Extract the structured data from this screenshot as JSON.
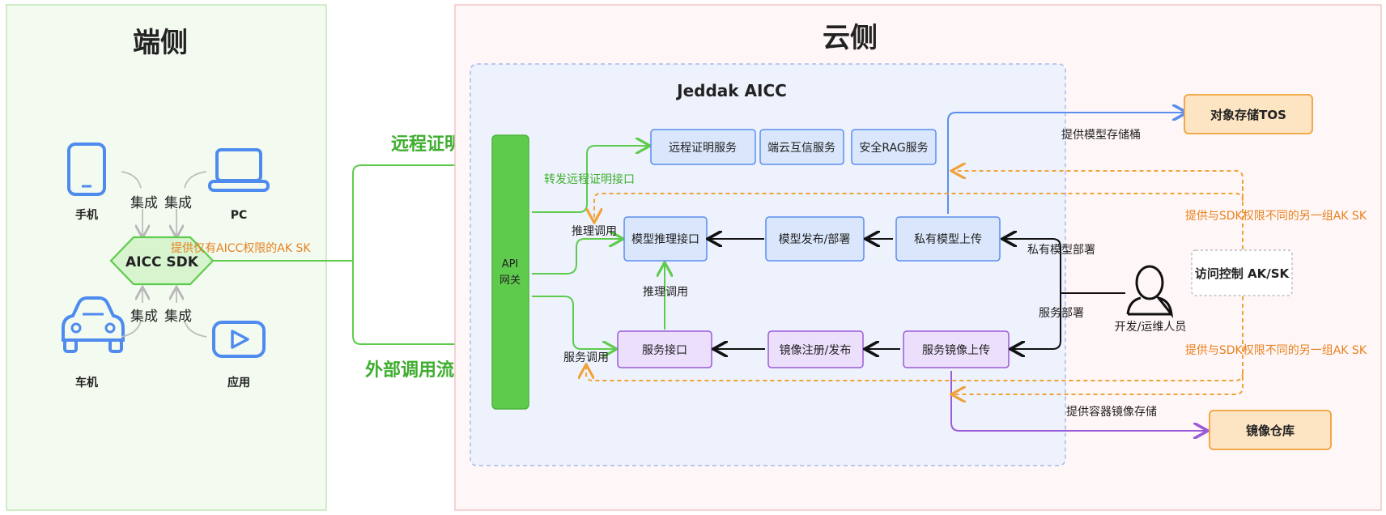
{
  "device_side": {
    "title": "端侧",
    "devices": {
      "phone": "手机",
      "pc": "PC",
      "car": "车机",
      "app": "应用"
    },
    "integrate": "集成",
    "sdk": "AICC SDK",
    "sdk_note": "提供仅有AICC权限的AK SK"
  },
  "flows": {
    "remote_attestation": "远程证明",
    "external_traffic": "外部调用流量"
  },
  "cloud_side": {
    "title": "云侧",
    "platform": "Jeddak AICC",
    "gateway": [
      "API",
      "网关"
    ],
    "services": {
      "remote_attest": "远程证明服务",
      "edge_cloud": "端云互信服务",
      "secure_rag": "安全RAG服务",
      "model_infer_api": "模型推理接口",
      "model_publish": "模型发布/部署",
      "private_model_upload": "私有模型上传",
      "service_api": "服务接口",
      "image_register": "镜像注册/发布",
      "service_image_upload": "服务镜像上传"
    },
    "labels": {
      "forward_attest": "转发远程证明接口",
      "infer_call": "推理调用",
      "infer_call_2": "推理调用",
      "service_call": "服务调用",
      "model_storage_bucket": "提供模型存储桶",
      "private_model_deploy": "私有模型部署",
      "service_deploy": "服务部署",
      "operator": "开发/运维人员",
      "container_image_storage": "提供容器镜像存储",
      "other_ak_top": "提供与SDK权限不同的另一组AK SK",
      "other_ak_bottom": "提供与SDK权限不同的另一组AK SK"
    },
    "external": {
      "tos": "对象存储TOS",
      "registry": "镜像仓库",
      "access_control": "访问控制 AK/SK"
    }
  },
  "colors": {
    "green": "#5fcb4d",
    "blue": "#5b8def",
    "purple": "#9a5bd8",
    "orange": "#f0a23a",
    "orange_text": "#e8801e",
    "heading_green": "#3fae2f"
  }
}
